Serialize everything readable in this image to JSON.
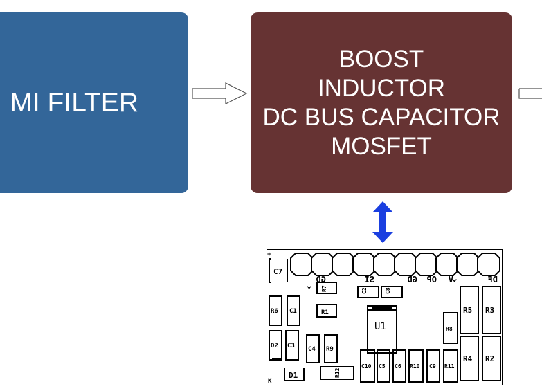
{
  "blocks": {
    "emi_filter": "MI FILTER",
    "boost_lines": [
      "BOOST",
      "INDUCTOR",
      "DC BUS CAPACITOR",
      "MOSFET"
    ]
  },
  "colors": {
    "emi_block": "#336699",
    "boost_block": "#663333",
    "double_arrow": "#1a3fe0"
  },
  "pcb": {
    "header_pins": [
      "GD",
      "SI",
      "OP",
      "GD",
      "V",
      "DF"
    ],
    "components": [
      "C7",
      "R7",
      "C2",
      "C8",
      "R1",
      "R6",
      "C1",
      "U1",
      "R5",
      "R3",
      "R8",
      "D2",
      "C3",
      "C4",
      "R9",
      "R4",
      "R2",
      "C10",
      "C5",
      "C6",
      "R10",
      "C9",
      "R11",
      "R12",
      "D1",
      "K"
    ]
  }
}
